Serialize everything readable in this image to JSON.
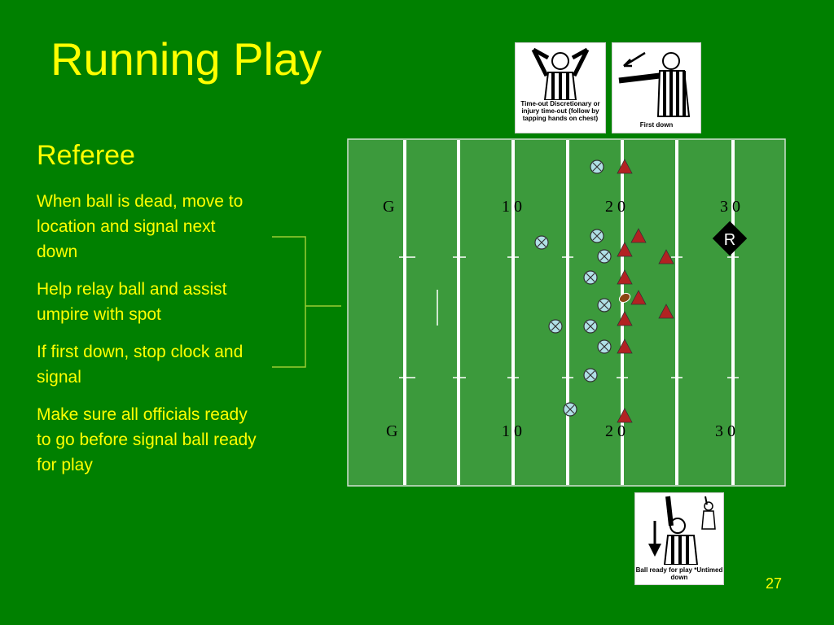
{
  "slide": {
    "title": "Running Play",
    "subhead": "Referee",
    "bullets": [
      "When ball is dead, move to location and signal next down",
      "Help relay ball and assist umpire with spot",
      "If first down, stop clock and signal",
      "Make sure all officials ready to go before signal ball ready for play"
    ],
    "page_number": "27"
  },
  "signals": {
    "timeout": {
      "caption": "Time-out Discretionary or injury time-out (follow by tapping hands on chest)"
    },
    "first_down": {
      "caption": "First down"
    },
    "ready": {
      "caption": "Ball ready for play *Untimed down"
    }
  },
  "field": {
    "colors": {
      "turf": "#3c9a3c",
      "line": "#ffffff",
      "offense": "#b22222",
      "defense": "#b0e0e6"
    },
    "yard_labels_top": [
      "G",
      "1 0",
      "2 0",
      "3 0"
    ],
    "yard_labels_bottom": [
      "G",
      "1 0",
      "2 0",
      "3 0"
    ],
    "official_label": "R"
  }
}
